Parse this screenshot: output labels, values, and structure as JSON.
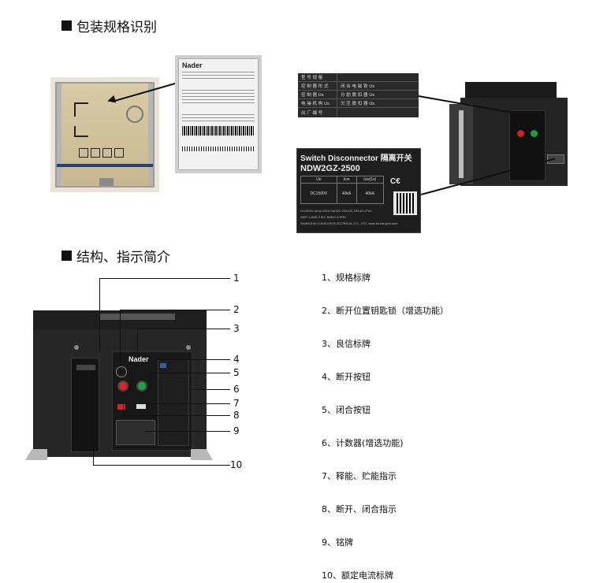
{
  "sections": {
    "packaging_title": "包装规格识别",
    "structure_title": "结构、指示简介"
  },
  "label": {
    "brand": "Nader"
  },
  "nameplate_card": {
    "rows": [
      {
        "label": "型 号 规 格",
        "value": ""
      },
      {
        "label": "控 制 器 形 式",
        "value": "闭 合 电 磁 铁 Us"
      },
      {
        "label": "控 制 器 Us",
        "value": "分 励 脱 扣 器 Us"
      },
      {
        "label": "电 操 机 构 Us",
        "value": "欠 压 脱 扣 器 Us"
      },
      {
        "label": "出 厂 编 号",
        "value": ""
      }
    ]
  },
  "switch_plate": {
    "title": "Switch Disconnector 隔离开关",
    "model": "NDW2GZ-2500",
    "headers": [
      "Ue",
      "Icm",
      "Icw(1s)"
    ],
    "values": [
      "DC1500V",
      "40kA",
      "40kA"
    ],
    "mark": "C€",
    "footer1": "Ui:1500V  Uimp:12kV  Cat:DC-22A DC-23A DC-PV2",
    "footer2": "GB/T 14048.3  IEC 60947-3  IP30",
    "footer3": "SHANGHAI LIANGXIN ELECTRICAL CO., LTD.   www.sh-liangxin.com"
  },
  "breaker": {
    "brand": "Nader"
  },
  "callouts": [
    "1",
    "2",
    "3",
    "4",
    "5",
    "6",
    "7",
    "8",
    "9",
    "10"
  ],
  "legend": [
    "1、规格标牌",
    "2、断开位置钥匙锁（增选功能）",
    "3、良信标牌",
    "4、断开按钮",
    "5、闭合按钮",
    "6、计数器(增选功能)",
    "7、释能、贮能指示",
    "8、断开、闭合指示",
    "9、铭牌",
    "10、额定电流标牌"
  ]
}
